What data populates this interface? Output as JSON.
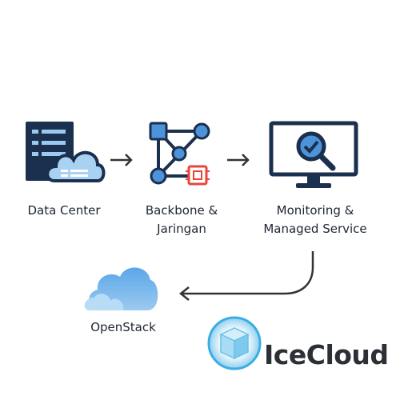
{
  "nodes": {
    "data_center": {
      "label": "Data Center",
      "icon": "server-cloud-icon"
    },
    "backbone": {
      "label_line1": "Backbone &",
      "label_line2": "Jaringan",
      "icon": "network-nodes-icon"
    },
    "monitoring": {
      "label_line1": "Monitoring &",
      "label_line2": "Managed Service",
      "icon": "monitor-magnifier-icon"
    },
    "openstack": {
      "label": "OpenStack",
      "icon": "cloud-icon"
    }
  },
  "brand": {
    "name": "IceCloud",
    "icon": "ice-cube-logo"
  },
  "colors": {
    "navy": "#1b2f4e",
    "light_blue": "#9cc9ee",
    "mid_blue": "#4d93d9",
    "red": "#e8463a",
    "arrow": "#333333"
  }
}
